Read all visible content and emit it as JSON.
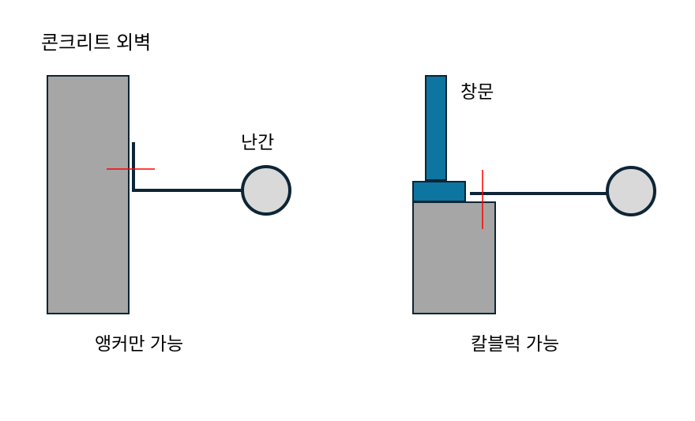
{
  "labels": {
    "wall": "콘크리트 외벽",
    "railing": "난간",
    "window": "창문",
    "left_caption": "앵커만 가능",
    "right_caption": "칼블럭 가능"
  },
  "colors": {
    "concrete": "#a6a6a6",
    "window": "#0e74a0",
    "outline": "#0d2535",
    "railing_fill": "#d9d9d9",
    "anchor_mark": "#ff0000"
  }
}
